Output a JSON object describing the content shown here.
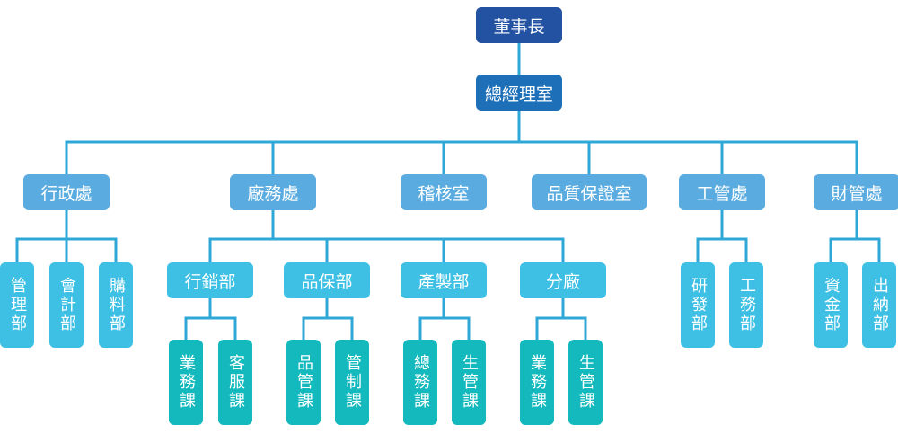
{
  "org": {
    "chairman": "董事長",
    "general_manager": "總經理室",
    "divisions": [
      {
        "name": "行政處",
        "units": [
          "管理部",
          "會計部",
          "購料部"
        ]
      },
      {
        "name": "廠務處",
        "departments": [
          {
            "name": "行銷部",
            "sections": [
              "業務課",
              "客服課"
            ]
          },
          {
            "name": "品保部",
            "sections": [
              "品管課",
              "管制課"
            ]
          },
          {
            "name": "產製部",
            "sections": [
              "總務課",
              "生管課"
            ]
          },
          {
            "name": "分廠",
            "sections": [
              "業務課",
              "生管課"
            ]
          }
        ]
      },
      {
        "name": "稽核室"
      },
      {
        "name": "品質保證室"
      },
      {
        "name": "工管處",
        "units": [
          "研發部",
          "工務部"
        ]
      },
      {
        "name": "財管處",
        "units": [
          "資金部",
          "出納部"
        ]
      }
    ]
  },
  "colors": {
    "connector": "#2fa8d8",
    "chairman": "#2452a3",
    "general_manager": "#1d6fb8",
    "division": "#5aace0",
    "department": "#3ec0e4",
    "section": "#14b9bd"
  }
}
